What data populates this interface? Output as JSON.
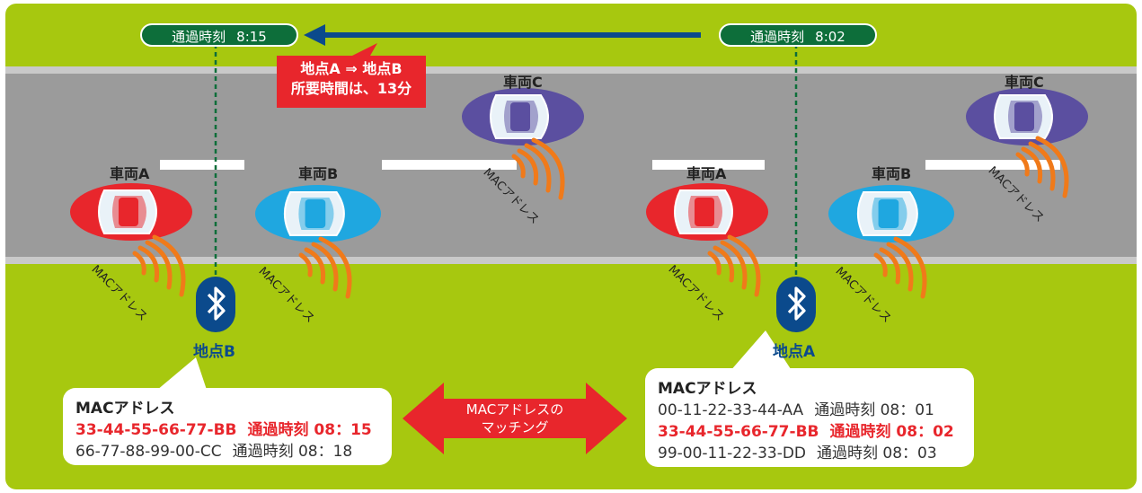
{
  "colors": {
    "grass": "#a7c80f",
    "road": "#9b9b9b",
    "red": "#e8262c",
    "blue": "#0b4a8c",
    "green": "#0d6e3a",
    "wave": "#f07a1a"
  },
  "top": {
    "passB_label": "通過時刻",
    "passB_time": "8:15",
    "passA_label": "通過時刻",
    "passA_time": "8:02",
    "travel_line1": "地点A ⇒ 地点B",
    "travel_line2": "所要時間は、13分"
  },
  "vehicles": {
    "a": "車両A",
    "b": "車両B",
    "c": "車両C"
  },
  "wave_label": "MACアドレス",
  "sites": {
    "b": "地点B",
    "a": "地点A"
  },
  "site_icon": "bluetooth-icon",
  "bubbleB": {
    "header": "MACアドレス",
    "rows": [
      {
        "mac": "33-44-55-66-77-BB",
        "label": "通過時刻",
        "time": "08：15"
      },
      {
        "mac": "66-77-88-99-00-CC",
        "label": "通過時刻",
        "time": "08：18"
      }
    ]
  },
  "bubbleA": {
    "header": "MACアドレス",
    "rows": [
      {
        "mac": "00-11-22-33-44-AA",
        "label": "通過時刻",
        "time": "08：01"
      },
      {
        "mac": "33-44-55-66-77-BB",
        "label": "通過時刻",
        "time": "08：02"
      },
      {
        "mac": "99-00-11-22-33-DD",
        "label": "通過時刻",
        "time": "08：03"
      }
    ]
  },
  "matching": {
    "line1": "MACアドレスの",
    "line2": "マッチング"
  }
}
